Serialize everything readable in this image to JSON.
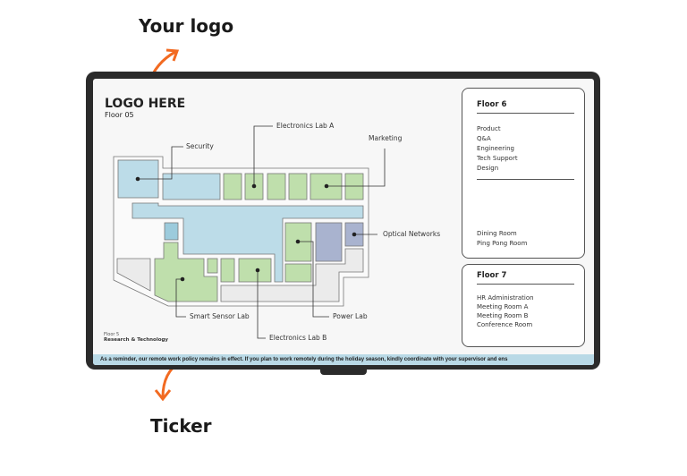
{
  "callouts": {
    "logo": "Your logo",
    "ticker": "Ticker"
  },
  "colors": {
    "accent": "#f26a21",
    "lab_green": "#bfdfac",
    "common_blue": "#bcdce8",
    "purple": "#a9b3cf",
    "gray": "#ebebeb"
  },
  "header": {
    "logo": "LOGO HERE",
    "floor": "Floor 05"
  },
  "map_labels": {
    "security": "Security",
    "elab_a": "Electronics Lab A",
    "marketing": "Marketing",
    "optical": "Optical Networks",
    "smart": "Smart Sensor Lab",
    "power": "Power Lab",
    "elab_b": "Electronics Lab B"
  },
  "footer": {
    "floor": "Floor 5",
    "dept": "Research & Technology"
  },
  "ticker": "As a reminder, our remote work policy remains in effect. If you plan to work remotely during the holiday season, kindly coordinate with your supervisor and ens",
  "floor6": {
    "title": "Floor 6",
    "items": [
      "Product",
      "Q&A",
      "Engineering",
      "Tech Support",
      "Design"
    ],
    "items2": [
      "Dining Room",
      "Ping Pong Room"
    ]
  },
  "floor7": {
    "title": "Floor 7",
    "items": [
      "HR Administration",
      "Meeting Room A",
      "Meeting Room B",
      "Conference Room"
    ]
  }
}
